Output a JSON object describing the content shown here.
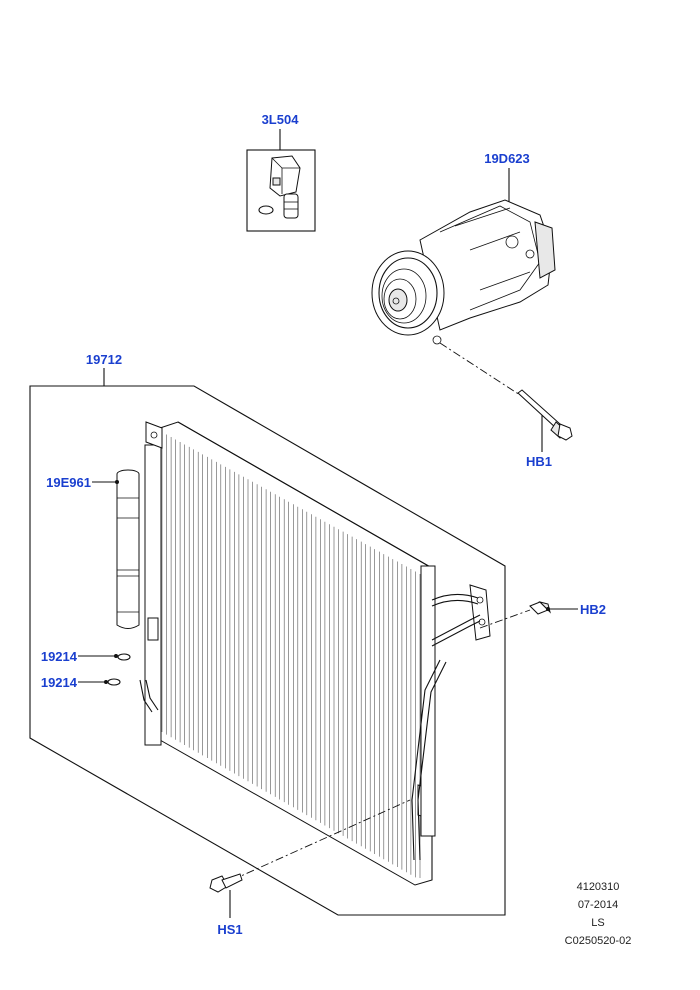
{
  "parts": {
    "sensor": "3L504",
    "compressor": "19D623",
    "condenser": "19712",
    "dryer": "19E961",
    "oring_upper": "19214",
    "oring_lower": "19214",
    "bolt_compressor": "HB1",
    "bolt_right": "HB2",
    "bolt_bottom": "HS1"
  },
  "info_block": {
    "line1": "4120310",
    "line2": "07-2014",
    "line3": "LS",
    "line4": "C0250520-02"
  },
  "colors": {
    "label": "#1a3fcf",
    "line": "#111111"
  }
}
